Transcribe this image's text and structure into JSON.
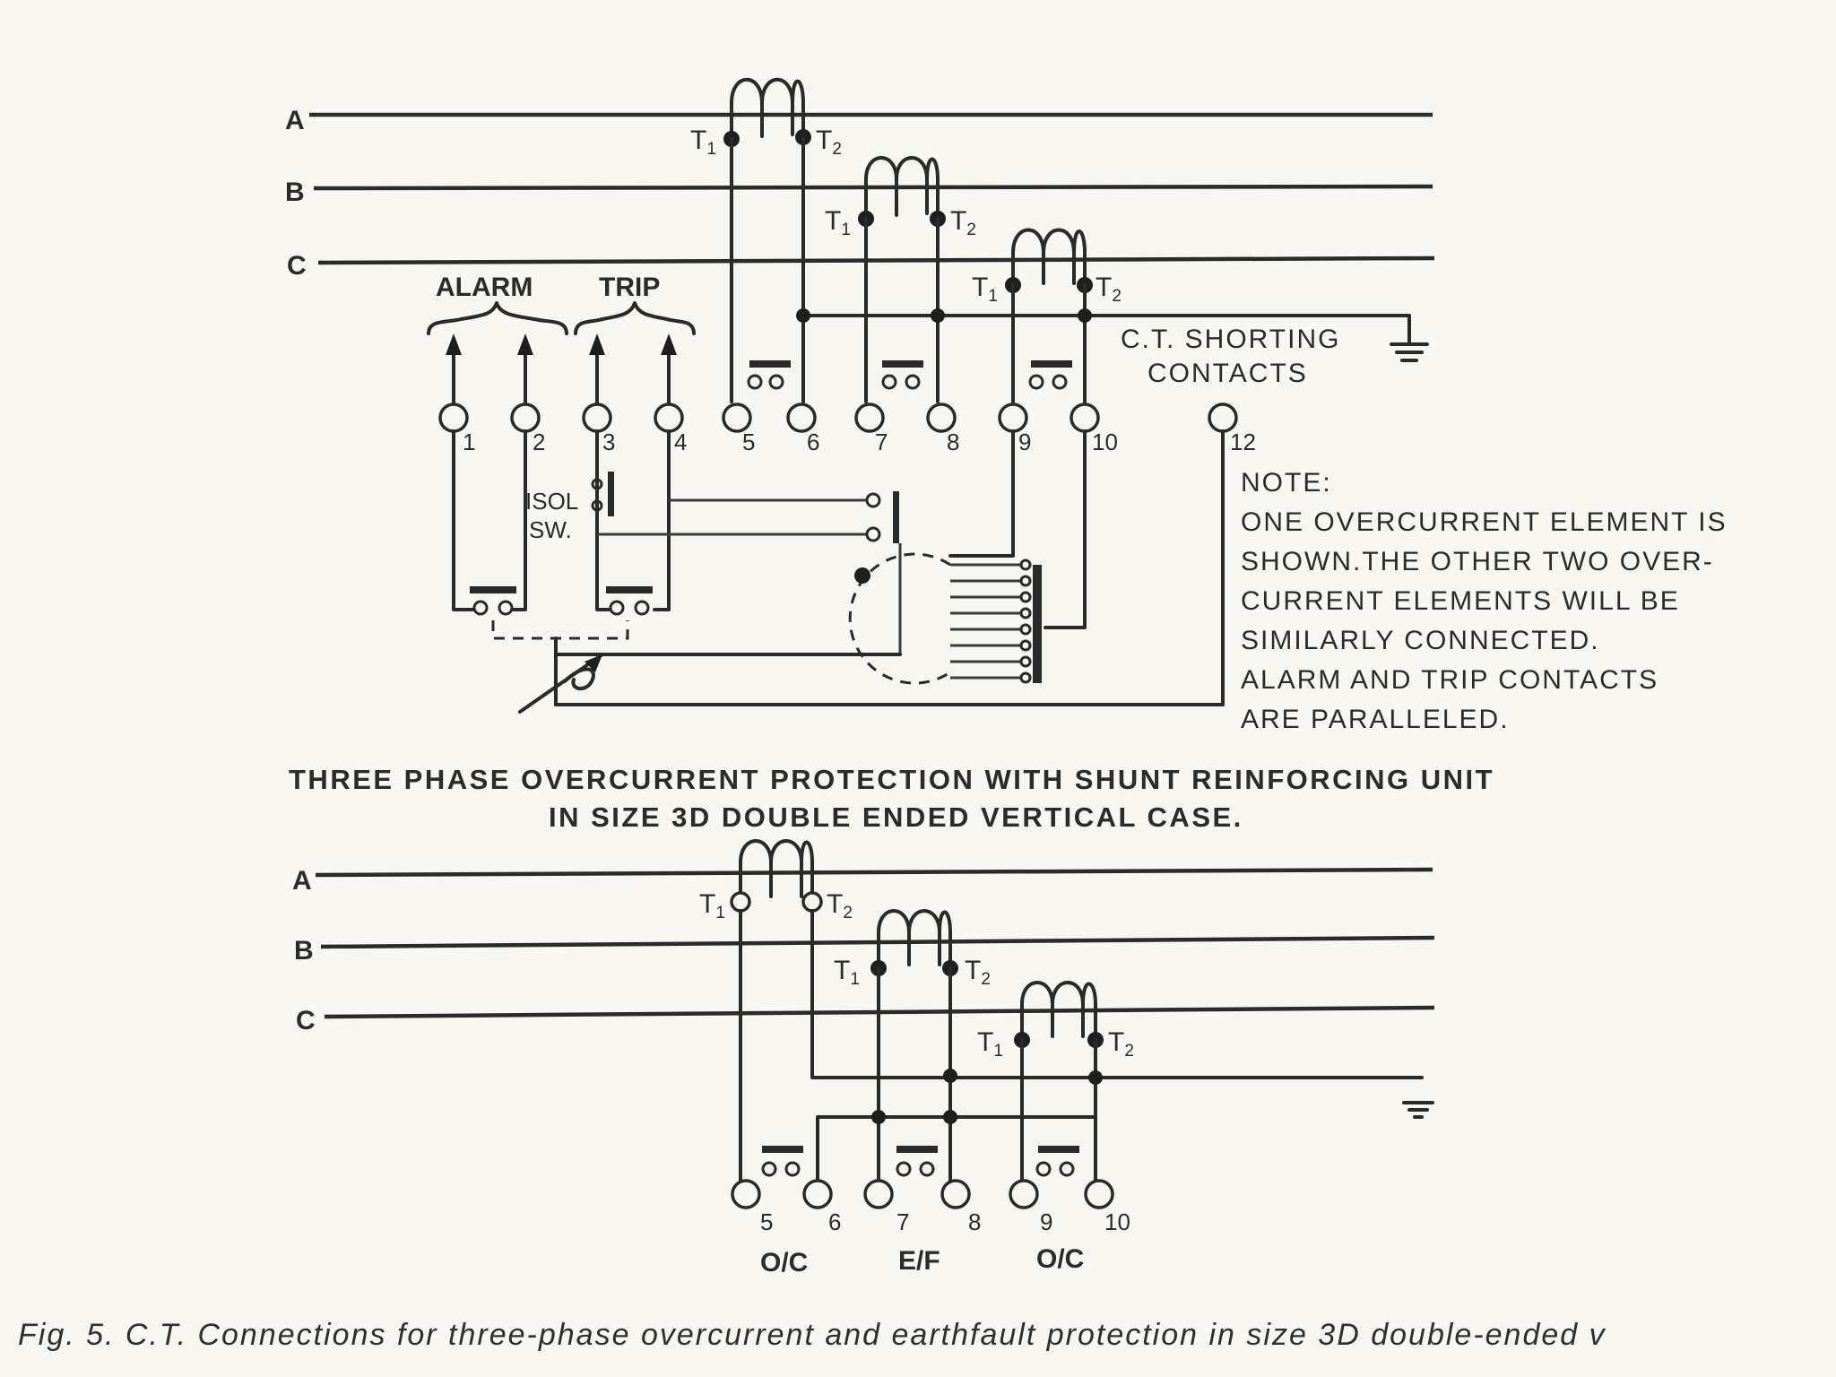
{
  "phases": [
    "A",
    "B",
    "C"
  ],
  "ct_terminals": {
    "t1": "T",
    "t2": "T",
    "t1_sub": "1",
    "t2_sub": "2"
  },
  "top_diagram": {
    "alarm_label": "ALARM",
    "trip_label": "TRIP",
    "shorting_label_line1": "C.T. SHORTING",
    "shorting_label_line2": "CONTACTS",
    "isol_label": "ISOL",
    "sw_label": "SW.",
    "terminals": [
      "1",
      "2",
      "3",
      "4",
      "5",
      "6",
      "7",
      "8",
      "9",
      "10",
      "12"
    ],
    "note_lines": [
      "NOTE:",
      "ONE OVERCURRENT ELEMENT IS",
      "SHOWN.THE OTHER TWO OVER-",
      "CURRENT ELEMENTS WILL BE",
      "SIMILARLY CONNECTED.",
      "ALARM AND TRIP CONTACTS",
      "ARE PARALLELED."
    ],
    "title_line1": "THREE PHASE OVERCURRENT PROTECTION WITH SHUNT REINFORCING UNIT",
    "title_line2": "IN SIZE 3D DOUBLE ENDED VERTICAL CASE."
  },
  "bottom_diagram": {
    "terminals": [
      "5",
      "6",
      "7",
      "8",
      "9",
      "10"
    ],
    "element_labels": [
      "O/C",
      "E/F",
      "O/C"
    ]
  },
  "caption": "Fig. 5. C.T. Connections for three-phase overcurrent and earthfault protection in size 3D double-ended v"
}
